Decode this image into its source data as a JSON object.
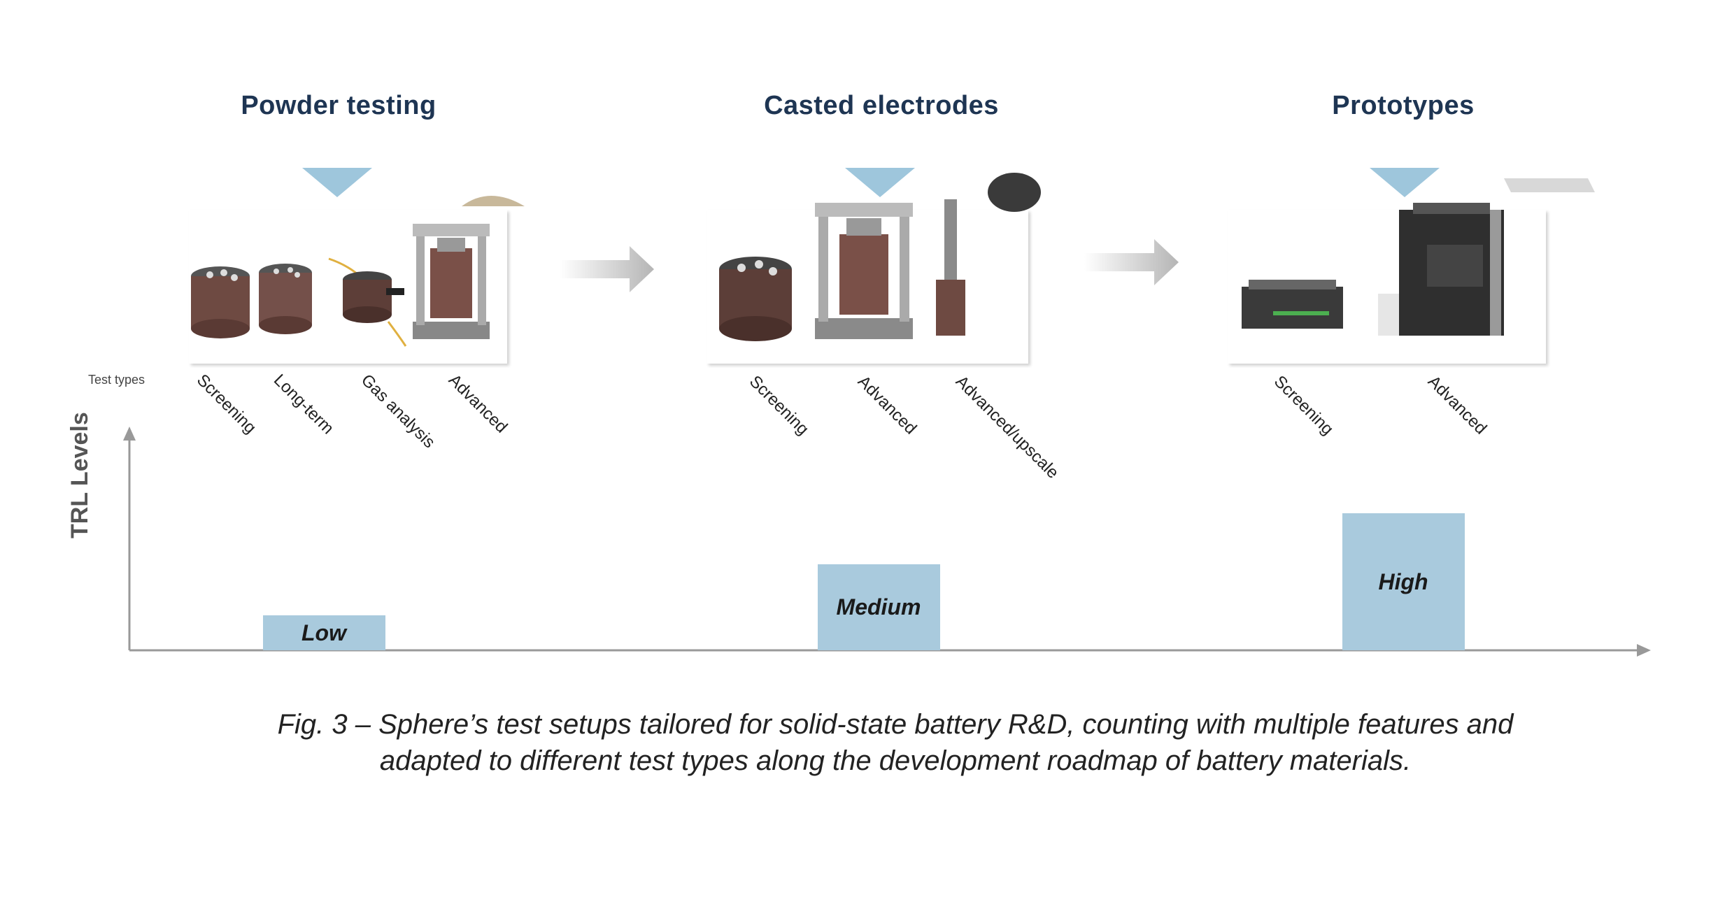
{
  "sections": [
    {
      "title": "Powder testing",
      "test_types": [
        "Screening",
        "Long-term",
        "Gas analysis",
        "Advanced"
      ]
    },
    {
      "title": "Casted electrodes",
      "test_types": [
        "Screening",
        "Advanced",
        "Advanced/upscale"
      ]
    },
    {
      "title": "Prototypes",
      "test_types": [
        "Screening",
        "Advanced"
      ]
    }
  ],
  "test_types_label": "Test types",
  "chart_data": {
    "type": "bar",
    "ylabel": "TRL Levels",
    "categories": [
      "Powder testing",
      "Casted electrodes",
      "Prototypes"
    ],
    "values": [
      1,
      2,
      3
    ],
    "bar_labels": [
      "Low",
      "Medium",
      "High"
    ]
  },
  "caption": {
    "line1": "Fig. 3 – Sphere’s test setups tailored for solid-state battery R&D, counting with multiple features and",
    "line2": "adapted to different test types along the development roadmap of battery materials."
  },
  "colors": {
    "title": "#1e3553",
    "bar": "#a9cadd",
    "triangle": "#9ec6dc",
    "cell_body": "#6e4a42",
    "metal": "#9a9a9a"
  }
}
